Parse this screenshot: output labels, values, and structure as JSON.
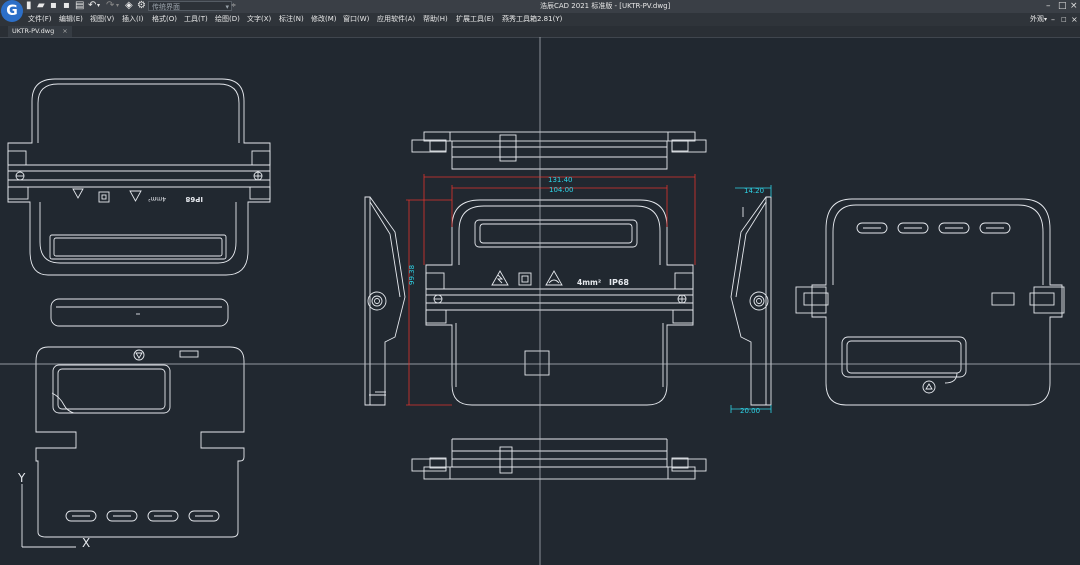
{
  "app": {
    "logo": "G",
    "title": "浩辰CAD 2021 标准版 - [UKTR-PV.dwg]",
    "workspace": "传统界面",
    "window_controls": [
      "–",
      "□",
      "×"
    ]
  },
  "menu": {
    "items": [
      "文件(F)",
      "编辑(E)",
      "视图(V)",
      "插入(I)",
      "格式(O)",
      "工具(T)",
      "绘图(D)",
      "文字(X)",
      "标注(N)",
      "修改(M)",
      "窗口(W)",
      "应用软件(A)",
      "帮助(H)",
      "扩展工具(E)",
      "燕秀工具箱2.81(Y)"
    ],
    "appearance": "外观",
    "doc_controls": [
      "–",
      "□",
      "×"
    ]
  },
  "tab": {
    "label": "UKTR-PV.dwg",
    "close": "×"
  },
  "drawing": {
    "dims": {
      "overall_width": "131.40",
      "inner_width": "104.00",
      "height": "99.38",
      "side_top": "14.20",
      "side_bottom": "20.00"
    },
    "symbols": {
      "cross_section": "4mm²",
      "ip_rating": "IP68"
    },
    "ucs": {
      "x": "X",
      "y": "Y"
    }
  },
  "colors": {
    "background": "#212830",
    "lines": "#e6e9ee",
    "dimension_red": "#e0342e",
    "dimension_cyan": "#2ed3e6",
    "crosshair": "#b9bec4"
  }
}
